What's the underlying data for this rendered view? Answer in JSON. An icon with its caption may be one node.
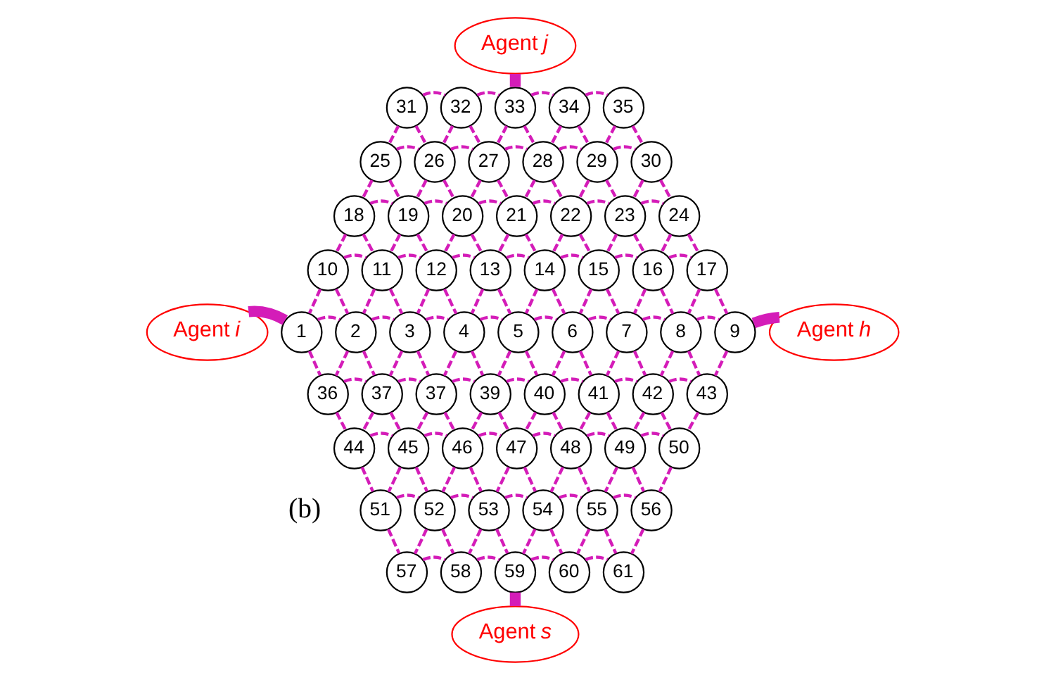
{
  "diagram": {
    "nodes": [
      {
        "text": [
          "Agent *j*"
        ]
      },
      {
        "text": [
          "31"
        ]
      },
      {
        "text": [
          "32"
        ]
      },
      {
        "text": [
          "33"
        ]
      },
      {
        "text": [
          "34"
        ]
      },
      {
        "text": [
          "35"
        ]
      },
      {
        "text": [
          "25"
        ]
      },
      {
        "text": [
          "26"
        ]
      },
      {
        "text": [
          "27"
        ]
      },
      {
        "text": [
          "28"
        ]
      },
      {
        "text": [
          "29"
        ]
      },
      {
        "text": [
          "30"
        ]
      },
      {
        "text": [
          "18"
        ]
      },
      {
        "text": [
          "19"
        ]
      },
      {
        "text": [
          "20"
        ]
      },
      {
        "text": [
          "21"
        ]
      },
      {
        "text": [
          "22"
        ]
      },
      {
        "text": [
          "23"
        ]
      },
      {
        "text": [
          "24"
        ]
      },
      {
        "text": [
          "10"
        ]
      },
      {
        "text": [
          "11"
        ]
      },
      {
        "text": [
          "12"
        ]
      },
      {
        "text": [
          "13"
        ]
      },
      {
        "text": [
          "14"
        ]
      },
      {
        "text": [
          "15"
        ]
      },
      {
        "text": [
          "16"
        ]
      },
      {
        "text": [
          "17"
        ]
      },
      {
        "text": [
          "Agent *i*"
        ]
      },
      {
        "text": [
          "1"
        ]
      },
      {
        "text": [
          "2"
        ]
      },
      {
        "text": [
          "3"
        ]
      },
      {
        "text": [
          "4"
        ]
      },
      {
        "text": [
          "5"
        ]
      },
      {
        "text": [
          "6"
        ]
      },
      {
        "text": [
          "7"
        ]
      },
      {
        "text": [
          "8"
        ]
      },
      {
        "text": [
          "9"
        ]
      },
      {
        "text": [
          "Agent *h*"
        ]
      },
      {
        "text": [
          "36"
        ]
      },
      {
        "text": [
          "37"
        ]
      },
      {
        "text": [
          "37"
        ]
      },
      {
        "text": [
          "39"
        ]
      },
      {
        "text": [
          "40"
        ]
      },
      {
        "text": [
          "41"
        ]
      },
      {
        "text": [
          "42"
        ]
      },
      {
        "text": [
          "43"
        ]
      },
      {
        "text": [
          "44"
        ]
      },
      {
        "text": [
          "45"
        ]
      },
      {
        "text": [
          "46"
        ]
      },
      {
        "text": [
          "47"
        ]
      },
      {
        "text": [
          "48"
        ]
      },
      {
        "text": [
          "49"
        ]
      },
      {
        "text": [
          "50"
        ]
      },
      {
        "text": [
          "51"
        ]
      },
      {
        "text": [
          "52"
        ]
      },
      {
        "text": [
          "53"
        ]
      },
      {
        "text": [
          "54"
        ]
      },
      {
        "text": [
          "55"
        ]
      },
      {
        "text": [
          "56"
        ]
      },
      {
        "text": [
          "57"
        ]
      },
      {
        "text": [
          "58"
        ]
      },
      {
        "text": [
          "59"
        ]
      },
      {
        "text": [
          "60"
        ]
      },
      {
        "text": [
          "61"
        ]
      },
      {
        "text": [
          "Agent *s*"
        ]
      }
    ],
    "edges": [
      {
        "from": 0,
        "to": 3,
        "arrow": "none",
        "style": "thick"
      },
      {
        "from": 1,
        "to": 2,
        "arrow": "none",
        "style": "dashed"
      },
      {
        "from": 2,
        "to": 3,
        "arrow": "none",
        "style": "dashed"
      },
      {
        "from": 3,
        "to": 4,
        "arrow": "none",
        "style": "dashed"
      },
      {
        "from": 4,
        "to": 5,
        "arrow": "none",
        "style": "dashed"
      },
      {
        "from": 1,
        "to": 6,
        "arrow": "none",
        "style": "dashed"
      },
      {
        "from": 1,
        "to": 7,
        "arrow": "none",
        "style": "dashed"
      },
      {
        "from": 2,
        "to": 7,
        "arrow": "none",
        "style": "dashed"
      },
      {
        "from": 2,
        "to": 8,
        "arrow": "none",
        "style": "dashed"
      },
      {
        "from": 3,
        "to": 8,
        "arrow": "none",
        "style": "dashed"
      },
      {
        "from": 3,
        "to": 9,
        "arrow": "none",
        "style": "dashed"
      },
      {
        "from": 4,
        "to": 9,
        "arrow": "none",
        "style": "dashed"
      },
      {
        "from": 4,
        "to": 10,
        "arrow": "none",
        "style": "dashed"
      },
      {
        "from": 5,
        "to": 10,
        "arrow": "none",
        "style": "dashed"
      },
      {
        "from": 5,
        "to": 11,
        "arrow": "none",
        "style": "dashed"
      },
      {
        "from": 6,
        "to": 7,
        "arrow": "none",
        "style": "dashed"
      },
      {
        "from": 7,
        "to": 8,
        "arrow": "none",
        "style": "dashed"
      },
      {
        "from": 8,
        "to": 9,
        "arrow": "none",
        "style": "dashed"
      },
      {
        "from": 9,
        "to": 10,
        "arrow": "none",
        "style": "dashed"
      },
      {
        "from": 10,
        "to": 11,
        "arrow": "none",
        "style": "dashed"
      },
      {
        "from": 6,
        "to": 12,
        "arrow": "none",
        "style": "dashed"
      },
      {
        "from": 6,
        "to": 13,
        "arrow": "none",
        "style": "dashed"
      },
      {
        "from": 7,
        "to": 13,
        "arrow": "none",
        "style": "dashed"
      },
      {
        "from": 7,
        "to": 14,
        "arrow": "none",
        "style": "dashed"
      },
      {
        "from": 8,
        "to": 14,
        "arrow": "none",
        "style": "dashed"
      },
      {
        "from": 8,
        "to": 15,
        "arrow": "none",
        "style": "dashed"
      },
      {
        "from": 9,
        "to": 15,
        "arrow": "none",
        "style": "dashed"
      },
      {
        "from": 9,
        "to": 16,
        "arrow": "none",
        "style": "dashed"
      },
      {
        "from": 10,
        "to": 16,
        "arrow": "none",
        "style": "dashed"
      },
      {
        "from": 10,
        "to": 17,
        "arrow": "none",
        "style": "dashed"
      },
      {
        "from": 11,
        "to": 17,
        "arrow": "none",
        "style": "dashed"
      },
      {
        "from": 11,
        "to": 18,
        "arrow": "none",
        "style": "dashed"
      },
      {
        "from": 12,
        "to": 13,
        "arrow": "none",
        "style": "dashed"
      },
      {
        "from": 13,
        "to": 14,
        "arrow": "none",
        "style": "dashed"
      },
      {
        "from": 14,
        "to": 15,
        "arrow": "none",
        "style": "dashed"
      },
      {
        "from": 15,
        "to": 16,
        "arrow": "none",
        "style": "dashed"
      },
      {
        "from": 16,
        "to": 17,
        "arrow": "none",
        "style": "dashed"
      },
      {
        "from": 17,
        "to": 18,
        "arrow": "none",
        "style": "dashed"
      },
      {
        "from": 12,
        "to": 19,
        "arrow": "none",
        "style": "dashed"
      },
      {
        "from": 12,
        "to": 20,
        "arrow": "none",
        "style": "dashed"
      },
      {
        "from": 13,
        "to": 20,
        "arrow": "none",
        "style": "dashed"
      },
      {
        "from": 13,
        "to": 21,
        "arrow": "none",
        "style": "dashed"
      },
      {
        "from": 14,
        "to": 21,
        "arrow": "none",
        "style": "dashed"
      },
      {
        "from": 14,
        "to": 22,
        "arrow": "none",
        "style": "dashed"
      },
      {
        "from": 15,
        "to": 22,
        "arrow": "none",
        "style": "dashed"
      },
      {
        "from": 15,
        "to": 23,
        "arrow": "none",
        "style": "dashed"
      },
      {
        "from": 16,
        "to": 23,
        "arrow": "none",
        "style": "dashed"
      },
      {
        "from": 16,
        "to": 24,
        "arrow": "none",
        "style": "dashed"
      },
      {
        "from": 17,
        "to": 24,
        "arrow": "none",
        "style": "dashed"
      },
      {
        "from": 17,
        "to": 25,
        "arrow": "none",
        "style": "dashed"
      },
      {
        "from": 18,
        "to": 25,
        "arrow": "none",
        "style": "dashed"
      },
      {
        "from": 18,
        "to": 26,
        "arrow": "none",
        "style": "dashed"
      },
      {
        "from": 19,
        "to": 20,
        "arrow": "none",
        "style": "dashed"
      },
      {
        "from": 20,
        "to": 21,
        "arrow": "none",
        "style": "dashed"
      },
      {
        "from": 21,
        "to": 22,
        "arrow": "none",
        "style": "dashed"
      },
      {
        "from": 22,
        "to": 23,
        "arrow": "none",
        "style": "dashed"
      },
      {
        "from": 23,
        "to": 24,
        "arrow": "none",
        "style": "dashed"
      },
      {
        "from": 24,
        "to": 25,
        "arrow": "none",
        "style": "dashed"
      },
      {
        "from": 25,
        "to": 26,
        "arrow": "none",
        "style": "dashed"
      },
      {
        "from": 19,
        "to": 28,
        "arrow": "none",
        "style": "dashed"
      },
      {
        "from": 19,
        "to": 29,
        "arrow": "none",
        "style": "dashed"
      },
      {
        "from": 20,
        "to": 29,
        "arrow": "none",
        "style": "dashed"
      },
      {
        "from": 20,
        "to": 30,
        "arrow": "none",
        "style": "dashed"
      },
      {
        "from": 21,
        "to": 30,
        "arrow": "none",
        "style": "dashed"
      },
      {
        "from": 21,
        "to": 31,
        "arrow": "none",
        "style": "dashed"
      },
      {
        "from": 22,
        "to": 31,
        "arrow": "none",
        "style": "dashed"
      },
      {
        "from": 22,
        "to": 32,
        "arrow": "none",
        "style": "dashed"
      },
      {
        "from": 23,
        "to": 32,
        "arrow": "none",
        "style": "dashed"
      },
      {
        "from": 23,
        "to": 33,
        "arrow": "none",
        "style": "dashed"
      },
      {
        "from": 24,
        "to": 33,
        "arrow": "none",
        "style": "dashed"
      },
      {
        "from": 24,
        "to": 34,
        "arrow": "none",
        "style": "dashed"
      },
      {
        "from": 25,
        "to": 34,
        "arrow": "none",
        "style": "dashed"
      },
      {
        "from": 25,
        "to": 35,
        "arrow": "none",
        "style": "dashed"
      },
      {
        "from": 26,
        "to": 35,
        "arrow": "none",
        "style": "dashed"
      },
      {
        "from": 26,
        "to": 36,
        "arrow": "none",
        "style": "dashed"
      },
      {
        "from": 27,
        "to": 28,
        "arrow": "none",
        "style": "thick"
      },
      {
        "from": 28,
        "to": 29,
        "arrow": "none",
        "style": "dashed"
      },
      {
        "from": 29,
        "to": 30,
        "arrow": "none",
        "style": "dashed"
      },
      {
        "from": 30,
        "to": 31,
        "arrow": "none",
        "style": "dashed"
      },
      {
        "from": 31,
        "to": 32,
        "arrow": "none",
        "style": "dashed"
      },
      {
        "from": 32,
        "to": 33,
        "arrow": "none",
        "style": "dashed"
      },
      {
        "from": 33,
        "to": 34,
        "arrow": "none",
        "style": "dashed"
      },
      {
        "from": 34,
        "to": 35,
        "arrow": "none",
        "style": "dashed"
      },
      {
        "from": 35,
        "to": 36,
        "arrow": "none",
        "style": "dashed"
      },
      {
        "from": 36,
        "to": 37,
        "arrow": "none",
        "style": "thick"
      },
      {
        "from": 28,
        "to": 38,
        "arrow": "none",
        "style": "dashed"
      },
      {
        "from": 29,
        "to": 38,
        "arrow": "none",
        "style": "dashed"
      },
      {
        "from": 29,
        "to": 39,
        "arrow": "none",
        "style": "dashed"
      },
      {
        "from": 30,
        "to": 39,
        "arrow": "none",
        "style": "dashed"
      },
      {
        "from": 30,
        "to": 40,
        "arrow": "none",
        "style": "dashed"
      },
      {
        "from": 31,
        "to": 40,
        "arrow": "none",
        "style": "dashed"
      },
      {
        "from": 31,
        "to": 41,
        "arrow": "none",
        "style": "dashed"
      },
      {
        "from": 32,
        "to": 41,
        "arrow": "none",
        "style": "dashed"
      },
      {
        "from": 32,
        "to": 42,
        "arrow": "none",
        "style": "dashed"
      },
      {
        "from": 33,
        "to": 42,
        "arrow": "none",
        "style": "dashed"
      },
      {
        "from": 33,
        "to": 43,
        "arrow": "none",
        "style": "dashed"
      },
      {
        "from": 34,
        "to": 43,
        "arrow": "none",
        "style": "dashed"
      },
      {
        "from": 34,
        "to": 44,
        "arrow": "none",
        "style": "dashed"
      },
      {
        "from": 35,
        "to": 44,
        "arrow": "none",
        "style": "dashed"
      },
      {
        "from": 35,
        "to": 45,
        "arrow": "none",
        "style": "dashed"
      },
      {
        "from": 36,
        "to": 45,
        "arrow": "none",
        "style": "dashed"
      },
      {
        "from": 38,
        "to": 39,
        "arrow": "none",
        "style": "dashed"
      },
      {
        "from": 39,
        "to": 40,
        "arrow": "none",
        "style": "dashed"
      },
      {
        "from": 40,
        "to": 41,
        "arrow": "none",
        "style": "dashed"
      },
      {
        "from": 41,
        "to": 42,
        "arrow": "none",
        "style": "dashed"
      },
      {
        "from": 42,
        "to": 43,
        "arrow": "none",
        "style": "dashed"
      },
      {
        "from": 43,
        "to": 44,
        "arrow": "none",
        "style": "dashed"
      },
      {
        "from": 44,
        "to": 45,
        "arrow": "none",
        "style": "dashed"
      },
      {
        "from": 38,
        "to": 46,
        "arrow": "none",
        "style": "dashed"
      },
      {
        "from": 39,
        "to": 46,
        "arrow": "none",
        "style": "dashed"
      },
      {
        "from": 39,
        "to": 47,
        "arrow": "none",
        "style": "dashed"
      },
      {
        "from": 40,
        "to": 47,
        "arrow": "none",
        "style": "dashed"
      },
      {
        "from": 40,
        "to": 48,
        "arrow": "none",
        "style": "dashed"
      },
      {
        "from": 41,
        "to": 48,
        "arrow": "none",
        "style": "dashed"
      },
      {
        "from": 41,
        "to": 49,
        "arrow": "none",
        "style": "dashed"
      },
      {
        "from": 42,
        "to": 49,
        "arrow": "none",
        "style": "dashed"
      },
      {
        "from": 42,
        "to": 50,
        "arrow": "none",
        "style": "dashed"
      },
      {
        "from": 43,
        "to": 50,
        "arrow": "none",
        "style": "dashed"
      },
      {
        "from": 43,
        "to": 51,
        "arrow": "none",
        "style": "dashed"
      },
      {
        "from": 44,
        "to": 51,
        "arrow": "none",
        "style": "dashed"
      },
      {
        "from": 44,
        "to": 52,
        "arrow": "none",
        "style": "dashed"
      },
      {
        "from": 45,
        "to": 52,
        "arrow": "none",
        "style": "dashed"
      },
      {
        "from": 46,
        "to": 47,
        "arrow": "none",
        "style": "dashed"
      },
      {
        "from": 47,
        "to": 48,
        "arrow": "none",
        "style": "dashed"
      },
      {
        "from": 48,
        "to": 49,
        "arrow": "none",
        "style": "dashed"
      },
      {
        "from": 49,
        "to": 50,
        "arrow": "none",
        "style": "dashed"
      },
      {
        "from": 50,
        "to": 51,
        "arrow": "none",
        "style": "dashed"
      },
      {
        "from": 51,
        "to": 52,
        "arrow": "none",
        "style": "dashed"
      },
      {
        "from": 46,
        "to": 53,
        "arrow": "none",
        "style": "dashed"
      },
      {
        "from": 47,
        "to": 53,
        "arrow": "none",
        "style": "dashed"
      },
      {
        "from": 47,
        "to": 54,
        "arrow": "none",
        "style": "dashed"
      },
      {
        "from": 48,
        "to": 54,
        "arrow": "none",
        "style": "dashed"
      },
      {
        "from": 48,
        "to": 55,
        "arrow": "none",
        "style": "dashed"
      },
      {
        "from": 49,
        "to": 55,
        "arrow": "none",
        "style": "dashed"
      },
      {
        "from": 49,
        "to": 56,
        "arrow": "none",
        "style": "dashed"
      },
      {
        "from": 50,
        "to": 56,
        "arrow": "none",
        "style": "dashed"
      },
      {
        "from": 50,
        "to": 57,
        "arrow": "none",
        "style": "dashed"
      },
      {
        "from": 51,
        "to": 57,
        "arrow": "none",
        "style": "dashed"
      },
      {
        "from": 51,
        "to": 58,
        "arrow": "none",
        "style": "dashed"
      },
      {
        "from": 52,
        "to": 58,
        "arrow": "none",
        "style": "dashed"
      },
      {
        "from": 53,
        "to": 54,
        "arrow": "none",
        "style": "dashed"
      },
      {
        "from": 54,
        "to": 55,
        "arrow": "none",
        "style": "dashed"
      },
      {
        "from": 55,
        "to": 56,
        "arrow": "none",
        "style": "dashed"
      },
      {
        "from": 56,
        "to": 57,
        "arrow": "none",
        "style": "dashed"
      },
      {
        "from": 57,
        "to": 58,
        "arrow": "none",
        "style": "dashed"
      },
      {
        "from": 53,
        "to": 59,
        "arrow": "none",
        "style": "dashed"
      },
      {
        "from": 54,
        "to": 59,
        "arrow": "none",
        "style": "dashed"
      },
      {
        "from": 54,
        "to": 60,
        "arrow": "none",
        "style": "dashed"
      },
      {
        "from": 55,
        "to": 60,
        "arrow": "none",
        "style": "dashed"
      },
      {
        "from": 55,
        "to": 61,
        "arrow": "none",
        "style": "dashed"
      },
      {
        "from": 56,
        "to": 61,
        "arrow": "none",
        "style": "dashed"
      },
      {
        "from": 56,
        "to": 62,
        "arrow": "none",
        "style": "dashed"
      },
      {
        "from": 57,
        "to": 62,
        "arrow": "none",
        "style": "dashed"
      },
      {
        "from": 57,
        "to": 63,
        "arrow": "none",
        "style": "dashed"
      },
      {
        "from": 58,
        "to": 63,
        "arrow": "none",
        "style": "dashed"
      },
      {
        "from": 59,
        "to": 60,
        "arrow": "none",
        "style": "dashed"
      },
      {
        "from": 60,
        "to": 61,
        "arrow": "none",
        "style": "dashed"
      },
      {
        "from": 61,
        "to": 62,
        "arrow": "none",
        "style": "dashed"
      },
      {
        "from": 62,
        "to": 63,
        "arrow": "none",
        "style": "dashed"
      },
      {
        "from": 61,
        "to": 64,
        "arrow": "none",
        "style": "thick"
      }
    ],
    "labels": [
      "(b)"
    ]
  }
}
